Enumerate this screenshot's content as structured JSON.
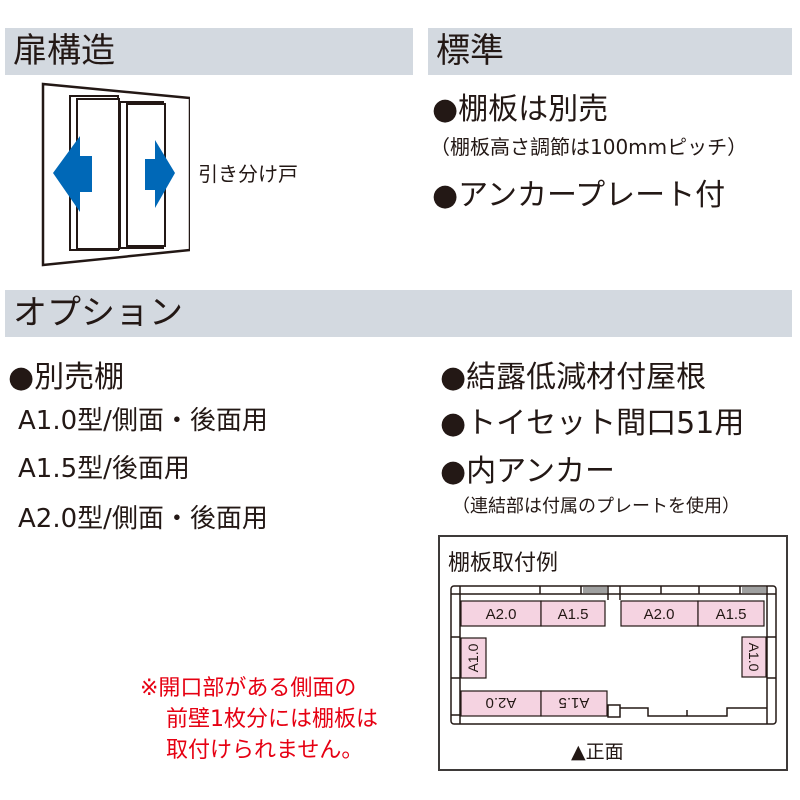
{
  "door_structure": {
    "heading": "扉構造",
    "door_label": "引き分け戸",
    "arrow_color": "#0068b7"
  },
  "standard": {
    "heading": "標準",
    "items": [
      "●棚板は別売",
      "（棚板高さ調節は100mmピッチ）",
      "●アンカープレート付"
    ]
  },
  "options": {
    "heading": "オプション",
    "left": [
      "●別売棚",
      "A1.0型/側面・後面用",
      "A1.5型/後面用",
      "A2.0型/側面・後面用"
    ],
    "right": [
      "●結露低減材付屋根",
      "●トイセット間口51用",
      "●内アンカー",
      "（連結部は付属のプレートを使用）"
    ]
  },
  "note": {
    "lines": [
      "※開口部がある側面の",
      "前壁1枚分には棚板は",
      "取付けられません。"
    ],
    "color": "#e60012"
  },
  "diagram": {
    "title": "棚板取付例",
    "shelves": {
      "top_left_a": "A2.0",
      "top_left_b": "A1.5",
      "top_right_a": "A2.0",
      "top_right_b": "A1.5",
      "left_side": "A1.0",
      "right_side": "A1.0",
      "bottom_a": "A2.0",
      "bottom_b": "A1.5"
    },
    "front_label": "▲正面",
    "shelf_color": "#f5d3e1"
  }
}
